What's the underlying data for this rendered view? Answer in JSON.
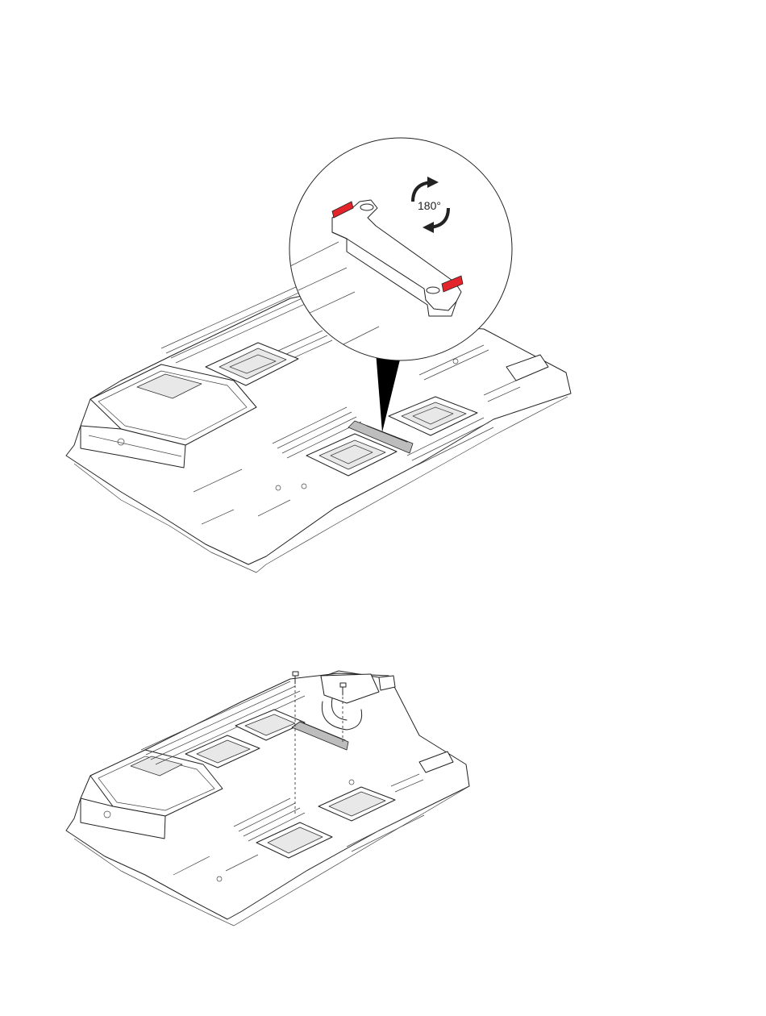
{
  "callout": {
    "rotation_label": "180°",
    "accent_color": "#e3242b"
  },
  "figures": [
    {
      "name": "step-1",
      "description_hidden": ""
    },
    {
      "name": "step-2",
      "description_hidden": ""
    }
  ]
}
